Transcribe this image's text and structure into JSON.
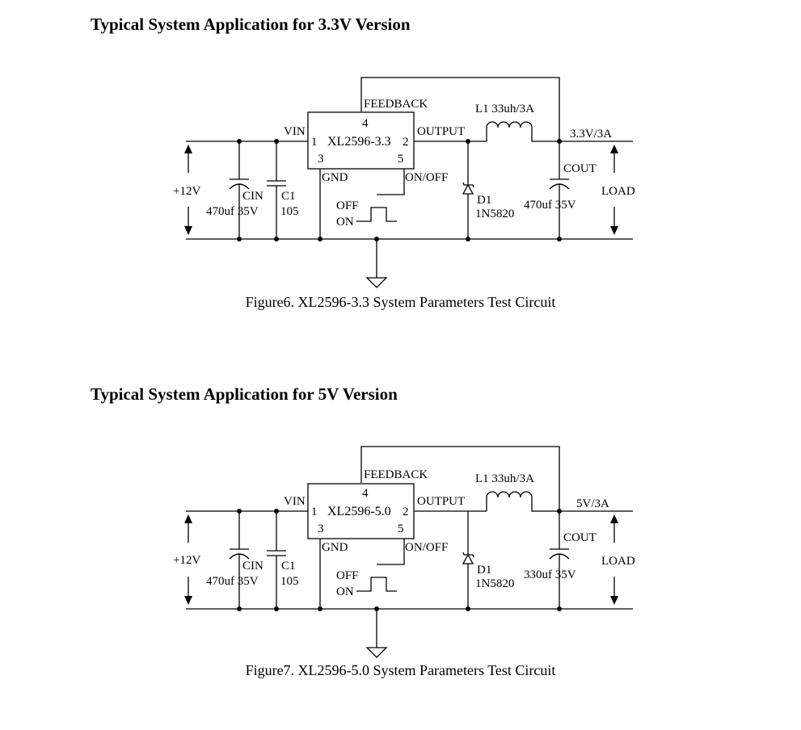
{
  "sections": [
    {
      "heading": "Typical System Application for 3.3V Version",
      "caption": "Figure6. XL2596-3.3 System Parameters Test Circuit",
      "labels": {
        "feedback": "FEEDBACK",
        "vin": "VIN",
        "output": "OUTPUT",
        "gnd": "GND",
        "on_off": "ON/OFF",
        "pin1": "1",
        "pin2": "2",
        "pin3": "3",
        "pin4": "4",
        "pin5": "5",
        "ic": "XL2596-3.3",
        "inductor": "L1  33uh/3A",
        "vout": "3.3V/3A",
        "cout": "COUT",
        "cout_val": "470uf  35V",
        "load": "LOAD",
        "diode": "D1",
        "diode_part": "1N5820",
        "vin_voltage": "+12V",
        "cin": "CIN",
        "cin_val": "470uf  35V",
        "c1": "C1",
        "c1_val": "105",
        "off": "OFF",
        "on": "ON"
      }
    },
    {
      "heading": "Typical System Application for 5V Version",
      "caption": "Figure7. XL2596-5.0 System Parameters Test Circuit",
      "labels": {
        "feedback": "FEEDBACK",
        "vin": "VIN",
        "output": "OUTPUT",
        "gnd": "GND",
        "on_off": "ON/OFF",
        "pin1": "1",
        "pin2": "2",
        "pin3": "3",
        "pin4": "4",
        "pin5": "5",
        "ic": "XL2596-5.0",
        "inductor": "L1  33uh/3A",
        "vout": "5V/3A",
        "cout": "COUT",
        "cout_val": "330uf  35V",
        "load": "LOAD",
        "diode": "D1",
        "diode_part": "1N5820",
        "vin_voltage": "+12V",
        "cin": "CIN",
        "cin_val": "470uf  35V",
        "c1": "C1",
        "c1_val": "105",
        "off": "OFF",
        "on": "ON"
      }
    }
  ]
}
